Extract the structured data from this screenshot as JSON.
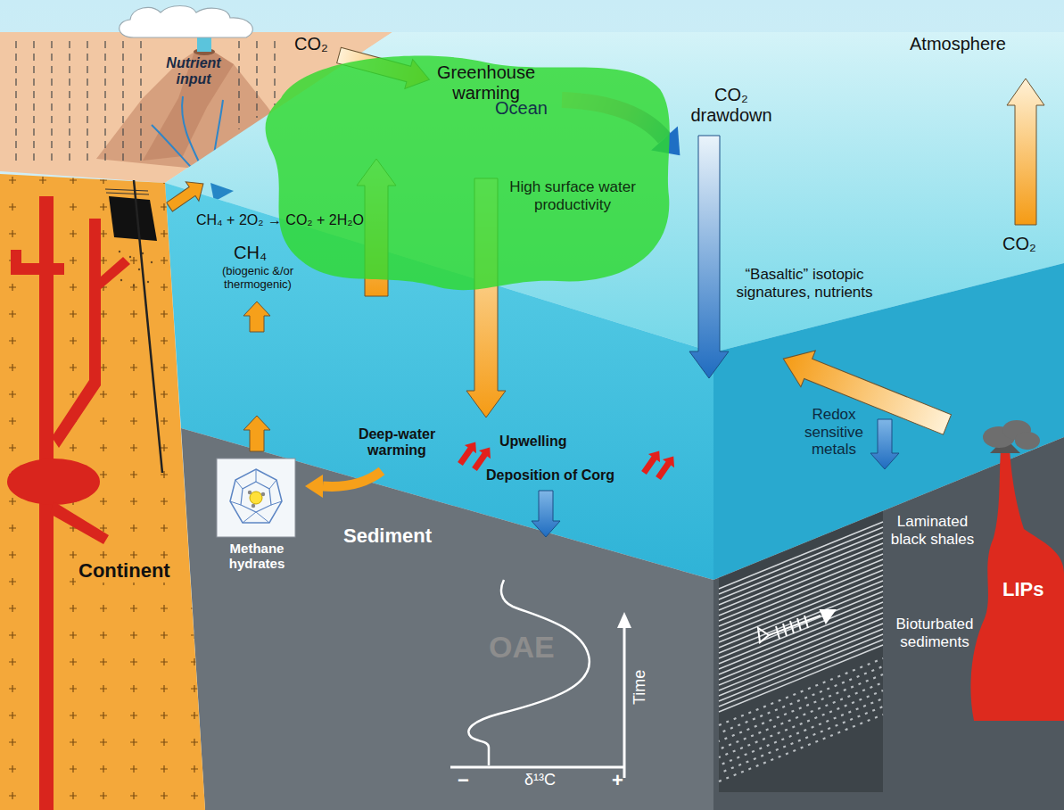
{
  "diagram": {
    "nodes": [
      {
        "text": [
          "High surface water productivity"
        ]
      },
      {
        "text": [
          "Continent"
        ]
      },
      {
        "text": [
          "LIPs"
        ]
      },
      {
        "text": [
          "Methane hydrates"
        ]
      }
    ],
    "labels": [
      "CO₂",
      "Greenhouse warming",
      "Atmosphere",
      "Nutrient input",
      "CO₂ drawdown",
      "Ocean",
      "CH₄ + 2O₂ → CO₂ + 2H₂O",
      "CH₄",
      "(biogenic &/or thermogenic)",
      "“Basaltic” isotopic signatures, nutrients",
      "CO₂",
      "Deep-water warming",
      "Upwelling",
      "Deposition of Corg",
      "Redox sensitive metals",
      "Sediment",
      "OAE",
      "Laminated black shales",
      "Bioturbated sediments",
      "Time",
      "−",
      "δ¹³C",
      "+"
    ]
  }
}
